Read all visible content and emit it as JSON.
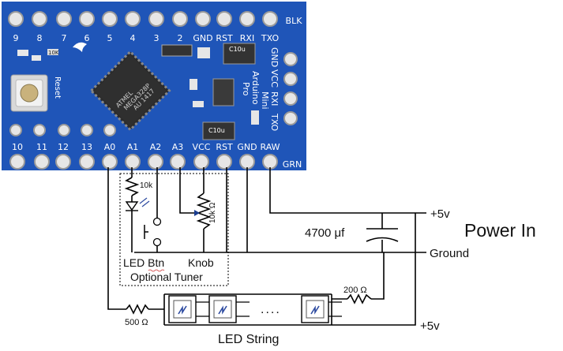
{
  "board": {
    "top_pins": [
      "9",
      "8",
      "7",
      "6",
      "5",
      "4",
      "3",
      "2",
      "GND",
      "RST",
      "RXI",
      "TXO",
      "BLK"
    ],
    "bottom_pins": [
      "10",
      "11",
      "12",
      "13",
      "A0",
      "A1",
      "A2",
      "A3",
      "VCC",
      "RST",
      "GND",
      "RAW",
      "GRN"
    ],
    "side_pins": [
      "GND",
      "VCC",
      "RXI",
      "TXO"
    ],
    "reset_label": "Reset",
    "title_lines": [
      "Arduino",
      "Pro",
      "Mini"
    ],
    "chip_text": [
      "ATMEL",
      "MEGA328P",
      "AU 1417"
    ],
    "cap_labels": [
      "C10u",
      "C10u"
    ],
    "resistor_label": "10K",
    "colors": {
      "pcb": "#1f55b8",
      "silk": "#ffffff",
      "pad": "#e8e8e8",
      "chip": "#2b2b2b"
    }
  },
  "circuit": {
    "resistor_10k": "10k",
    "pot_label": "10k Ω",
    "led_btn_label": "LED Btn",
    "knob_label": "Knob",
    "tuner_label": "Optional Tuner",
    "capacitor_label": "4700 μf",
    "plus5v_top": "+5v",
    "ground_label": "Ground",
    "power_in_label": "Power In",
    "resistor_500": "500 Ω",
    "resistor_200": "200 Ω",
    "ellipsis": "....",
    "led_string_label": "LED String",
    "plus5v_bottom": "+5v"
  }
}
